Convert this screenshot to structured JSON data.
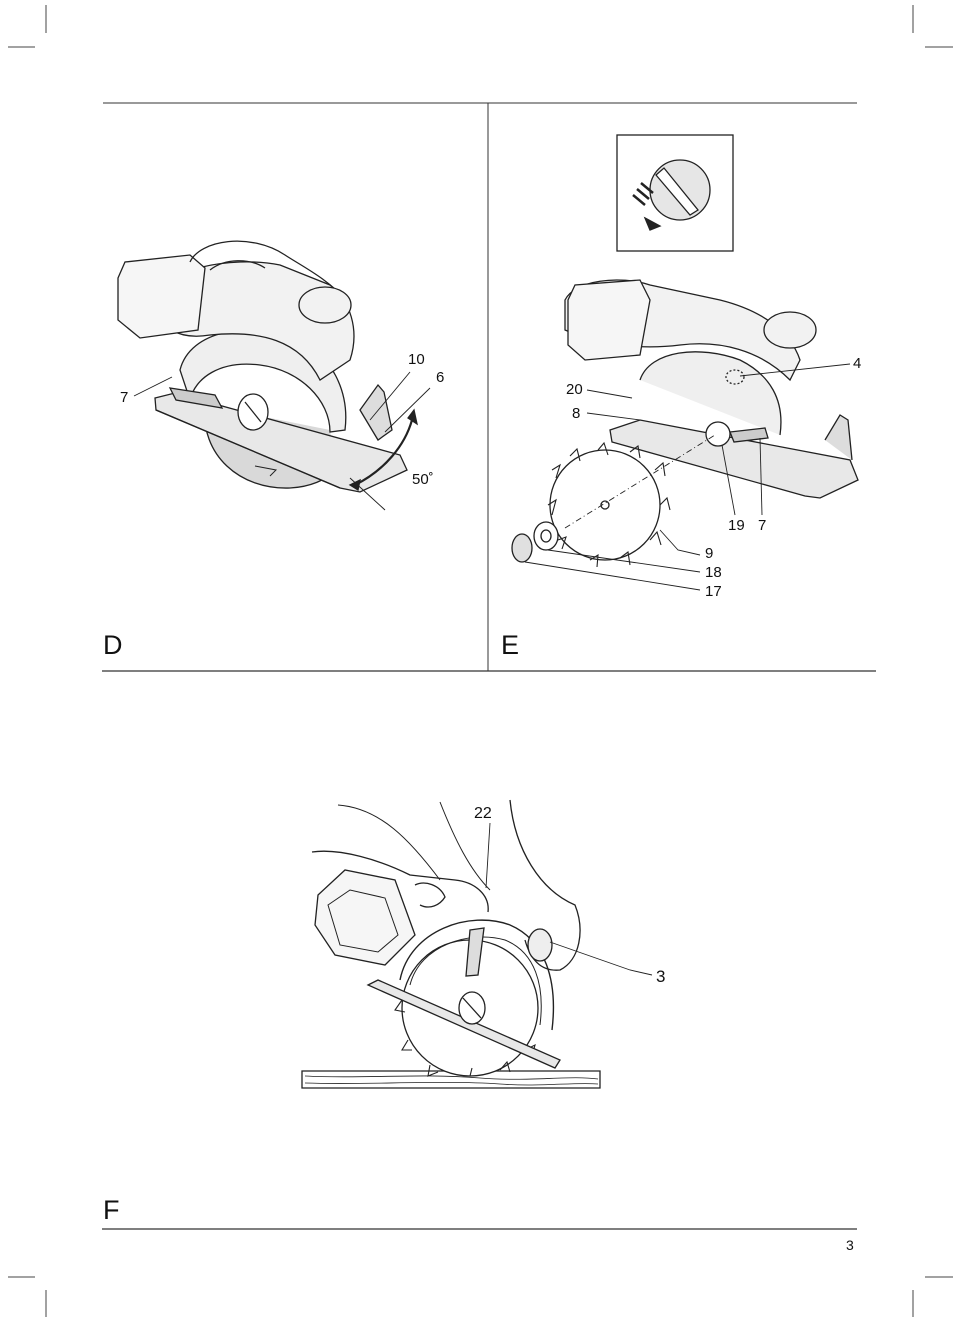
{
  "figures": {
    "d": {
      "letter": "D",
      "callouts": {
        "c7": "7",
        "c10": "10",
        "c6": "6",
        "angle": "50˚"
      }
    },
    "e": {
      "letter": "E",
      "callouts": {
        "c4": "4",
        "c20": "20",
        "c8": "8",
        "c19": "19",
        "c7": "7",
        "c9": "9",
        "c18": "18",
        "c17": "17"
      }
    },
    "f": {
      "letter": "F",
      "callouts": {
        "c22": "22",
        "c3": "3"
      }
    }
  },
  "page_number": "3"
}
